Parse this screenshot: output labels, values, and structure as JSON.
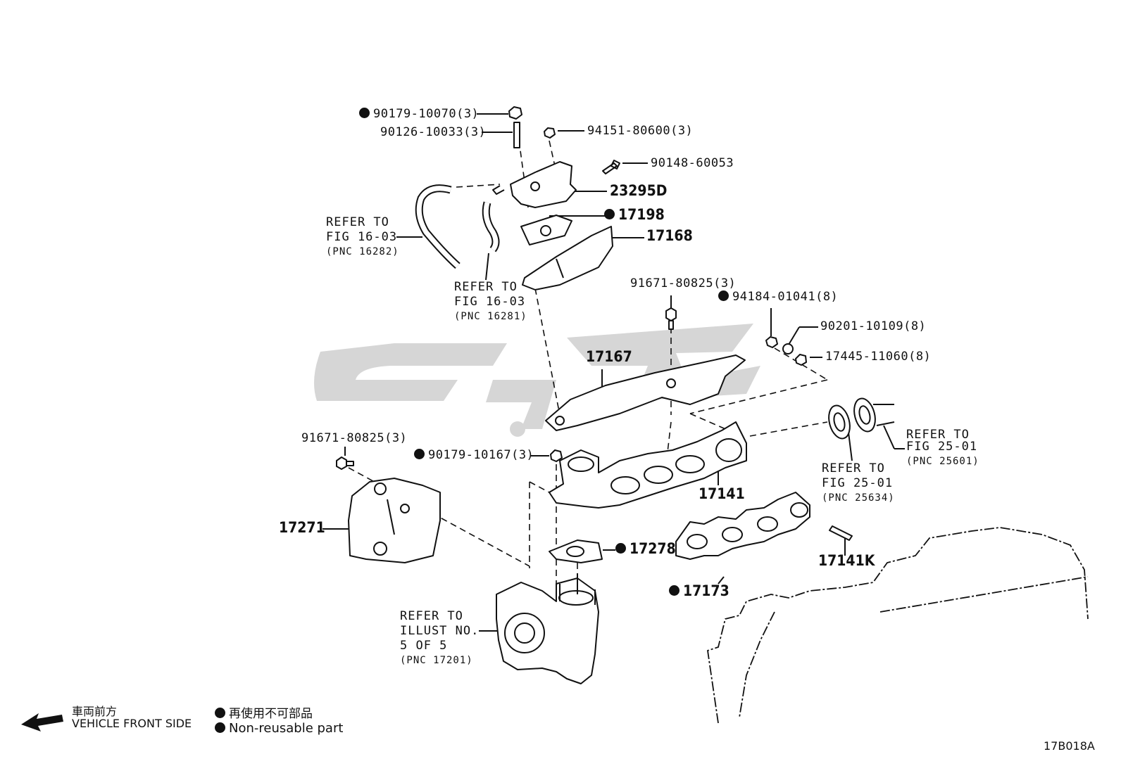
{
  "parts": {
    "p_90179_10070": "90179-10070(3)",
    "p_90126_10033": "90126-10033(3)",
    "p_94151_80600": "94151-80600(3)",
    "p_90148_60053": "90148-60053",
    "p_23295D": "23295D",
    "p_17198": "17198",
    "p_17168": "17168",
    "p_91671_80825_top": "91671-80825(3)",
    "p_94184_01041": "94184-01041(8)",
    "p_90201_10109": "90201-10109(8)",
    "p_17445_11060": "17445-11060(8)",
    "p_17167": "17167",
    "p_91671_80825_left": "91671-80825(3)",
    "p_90179_10167": "90179-10167(3)",
    "p_17271": "17271",
    "p_17141": "17141",
    "p_17278": "17278",
    "p_17141K": "17141K",
    "p_17173": "17173"
  },
  "refs": {
    "ref1": {
      "l1": "REFER TO",
      "l2": "FIG 16-03",
      "l3": "(PNC 16282)"
    },
    "ref2": {
      "l1": "REFER TO",
      "l2": "FIG 16-03",
      "l3": "(PNC 16281)"
    },
    "ref3": {
      "l1": "REFER TO",
      "l2": "FIG 25-01",
      "l3": "(PNC 25601)"
    },
    "ref4": {
      "l1": "REFER TO",
      "l2": "FIG 25-01",
      "l3": "(PNC 25634)"
    },
    "ref5": {
      "l1": "REFER TO",
      "l2": "ILLUST NO.",
      "l3": "5 OF 5",
      "l4": "(PNC 17201)"
    }
  },
  "legend": {
    "front_jp": "車両前方",
    "front_en": "VEHICLE FRONT SIDE",
    "nonreuse_jp": "再使用不可部品",
    "nonreuse_en": "Non-reusable part"
  },
  "figure_id": "17B018A",
  "colors": {
    "ink": "#111111",
    "watermark": "#d4d4d4"
  }
}
